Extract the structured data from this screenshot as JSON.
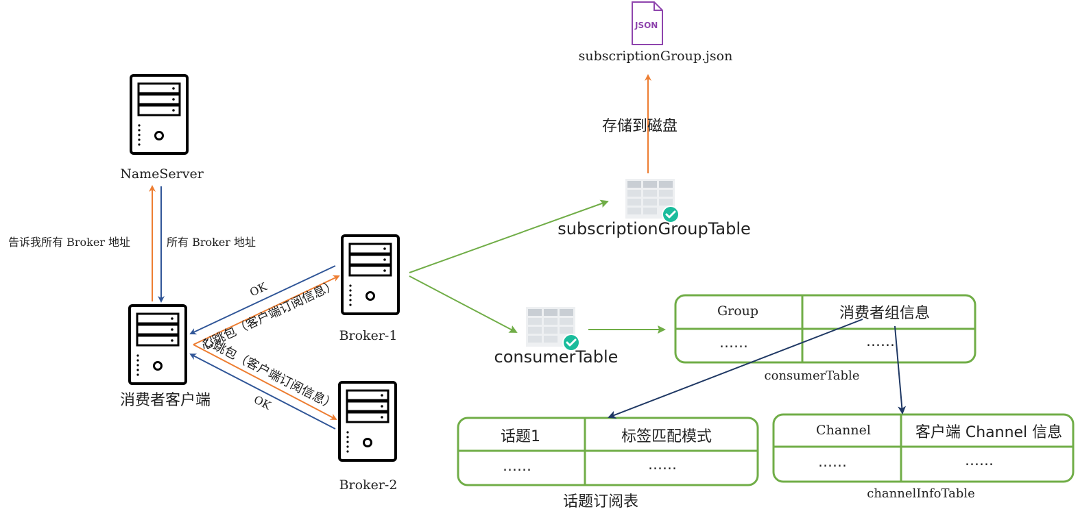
{
  "nodes": {
    "nameserver": "NameServer",
    "consumer_client": "消费者客户端",
    "broker1": "Broker-1",
    "broker2": "Broker-2",
    "subscription_table": "subscriptionGroupTable",
    "consumer_table": "consumerTable",
    "json_file": "subscriptionGroup.json",
    "json_badge": "JSON"
  },
  "edges": {
    "ask_all_brokers": "告诉我所有 Broker 地址",
    "all_brokers": "所有 Broker 地址",
    "ok_top": "OK",
    "ok_bottom": "OK",
    "heartbeat_top": "心跳包（客户端订阅信息）",
    "heartbeat_bottom": "心跳包（客户端订阅信息）",
    "store_disk": "存储到磁盘"
  },
  "tables": {
    "consumer": {
      "caption": "consumerTable",
      "headers": [
        "Group",
        "消费者组信息"
      ],
      "cells": [
        "……",
        "……"
      ]
    },
    "topic": {
      "caption": "话题订阅表",
      "headers": [
        "话题1",
        "标签匹配模式"
      ],
      "cells": [
        "……",
        "……"
      ]
    },
    "channel": {
      "caption": "channelInfoTable",
      "headers": [
        "Channel",
        "客户端 Channel 信息"
      ],
      "cells": [
        "……",
        "……"
      ]
    }
  },
  "colors": {
    "orange": "#ED7D31",
    "blue": "#2F5597",
    "green": "#70AD47",
    "navy": "#1F3864",
    "table_border": "#70AD47",
    "check": "#1ABC9C",
    "json_purple": "#8E44AD"
  },
  "icons": {
    "server": "server-icon",
    "table": "table-icon",
    "json": "json-file-icon",
    "check": "check-badge-icon"
  }
}
